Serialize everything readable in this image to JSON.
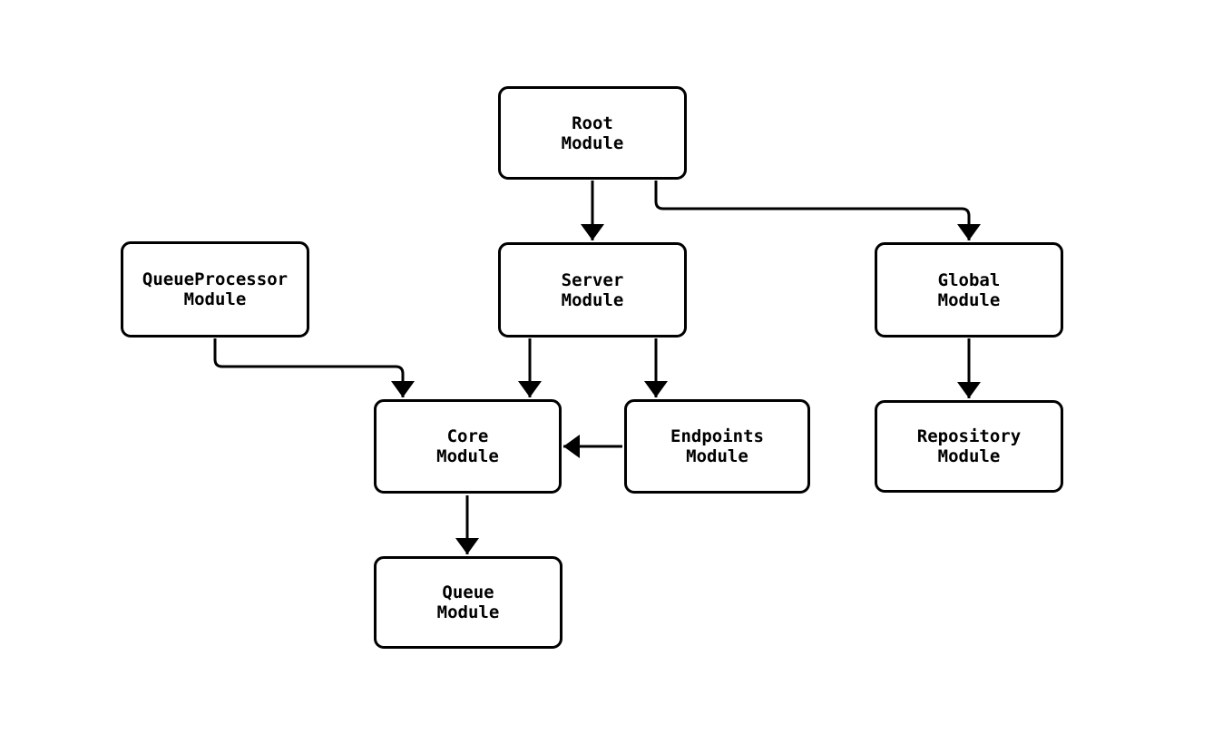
{
  "diagram": {
    "type": "module-dependency-graph",
    "colors": {
      "stroke": "#000000",
      "node_fill": "#ffffff",
      "background": "#ffffff"
    },
    "nodes": {
      "root": {
        "label": "Root\nModule"
      },
      "queueprocessor": {
        "label": "QueueProcessor\nModule"
      },
      "server": {
        "label": "Server\nModule"
      },
      "global": {
        "label": "Global\nModule"
      },
      "core": {
        "label": "Core\nModule"
      },
      "endpoints": {
        "label": "Endpoints\nModule"
      },
      "repository": {
        "label": "Repository\nModule"
      },
      "queue": {
        "label": "Queue\nModule"
      }
    },
    "edges": [
      {
        "from": "Root Module",
        "to": "Server Module"
      },
      {
        "from": "Root Module",
        "to": "Global Module"
      },
      {
        "from": "QueueProcessor Module",
        "to": "Core Module"
      },
      {
        "from": "Server Module",
        "to": "Core Module"
      },
      {
        "from": "Server Module",
        "to": "Endpoints Module"
      },
      {
        "from": "Endpoints Module",
        "to": "Core Module"
      },
      {
        "from": "Global Module",
        "to": "Repository Module"
      },
      {
        "from": "Core Module",
        "to": "Queue Module"
      }
    ]
  }
}
